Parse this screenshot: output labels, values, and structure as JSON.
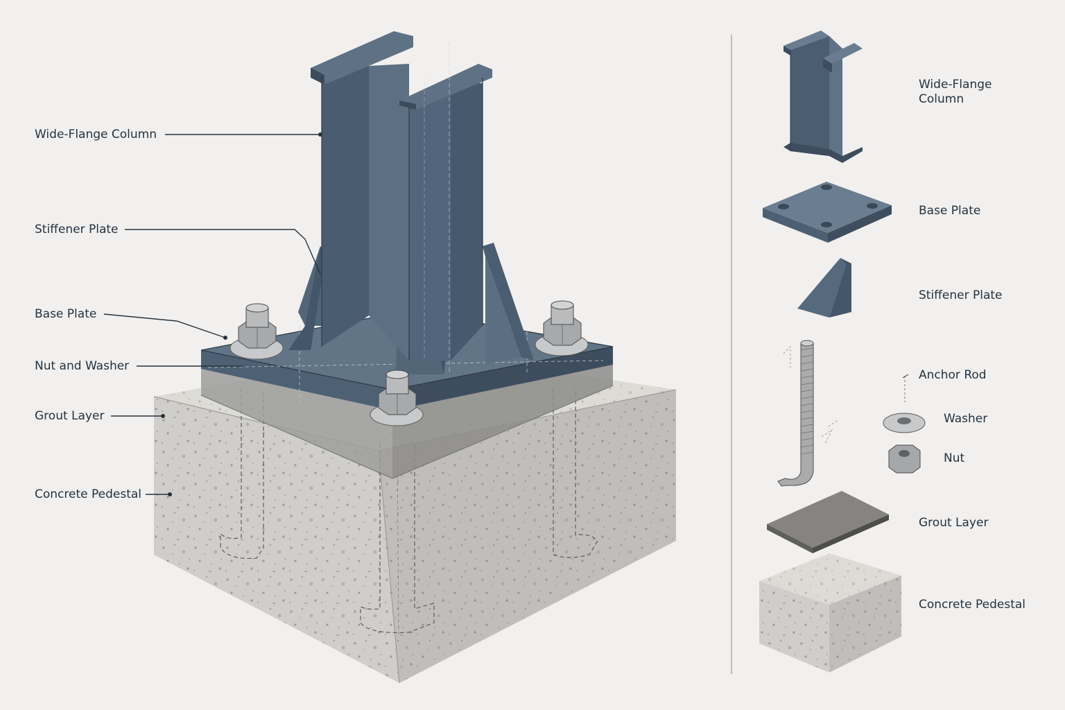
{
  "colors": {
    "background": "#f1f0ee",
    "steel_light": "#627587",
    "steel_mid": "#4e6073",
    "steel_dark": "#3b4a5a",
    "concrete_top": "#dcdbd6",
    "concrete_front": "#cfceca",
    "concrete_side": "#bfbeba",
    "text": "#24323f"
  },
  "main_view": {
    "callouts": [
      {
        "id": "column",
        "label": "Wide-Flange Column"
      },
      {
        "id": "stiffener",
        "label": "Stiffener Plate"
      },
      {
        "id": "base_plate",
        "label": "Base Plate"
      },
      {
        "id": "nut_washer",
        "label": "Nut and Washer"
      },
      {
        "id": "grout",
        "label": "Grout Layer"
      },
      {
        "id": "pedestal",
        "label": "Concrete Pedestal"
      }
    ]
  },
  "parts_list": {
    "items": [
      {
        "id": "column",
        "label": "Wide-Flange Column"
      },
      {
        "id": "base_plate",
        "label": "Base Plate"
      },
      {
        "id": "stiffener",
        "label": "Stiffener Plate"
      },
      {
        "id": "anchor_rod",
        "label": "Anchor Rod"
      },
      {
        "id": "washer",
        "label": "Washer"
      },
      {
        "id": "nut",
        "label": "Nut"
      },
      {
        "id": "grout",
        "label": "Grout Layer"
      },
      {
        "id": "pedestal",
        "label": "Concrete Pedestal"
      }
    ]
  }
}
